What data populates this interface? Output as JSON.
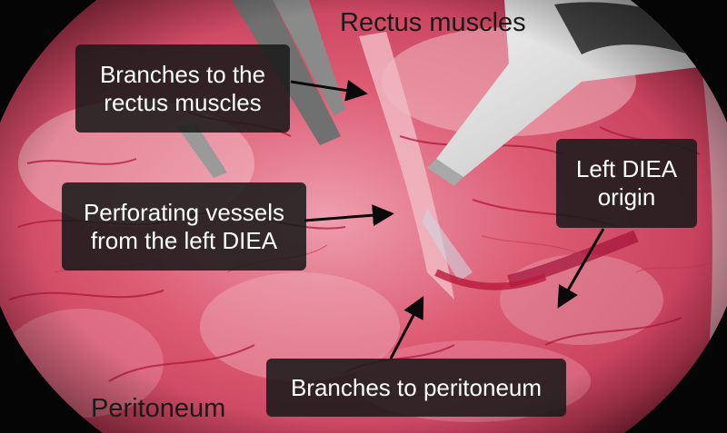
{
  "labels": {
    "rectus_muscles": "Rectus muscles",
    "peritoneum": "Peritoneum",
    "branches_rectus": [
      "Branches to the",
      "rectus muscles"
    ],
    "perforating": [
      "Perforating vessels",
      "from the left DIEA"
    ],
    "left_diea": [
      "Left DIEA",
      "origin"
    ],
    "branches_peritoneum": "Branches to peritoneum"
  },
  "colors": {
    "tissue": "#d2485f",
    "tissue_light": "#ec93a3",
    "vessel": "#b81a3c",
    "label_bg": "#1a1a1a",
    "label_text": "#ffffff",
    "arrow": "#0a0a0a"
  }
}
